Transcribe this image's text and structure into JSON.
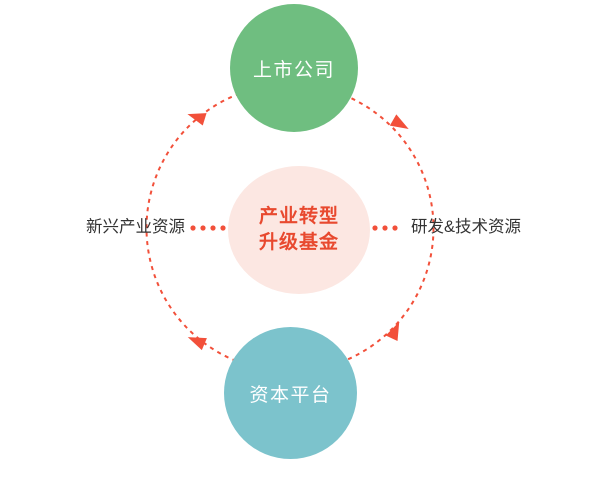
{
  "diagram": {
    "center_circle": {
      "line1": "产业转型",
      "line2": "升级基金",
      "text_color": "#e8492f",
      "fill_color": "#fce7e2"
    },
    "top_circle": {
      "label": "上市公司",
      "fill_color": "#6fbe80"
    },
    "bottom_circle": {
      "label": "资本平台",
      "fill_color": "#7cc3cc"
    },
    "left_label": "新兴产业资源",
    "right_label": "研发&技术资源",
    "side_label_color": "#333333",
    "accent_color": "#f2503a",
    "dots_per_side": 4
  }
}
